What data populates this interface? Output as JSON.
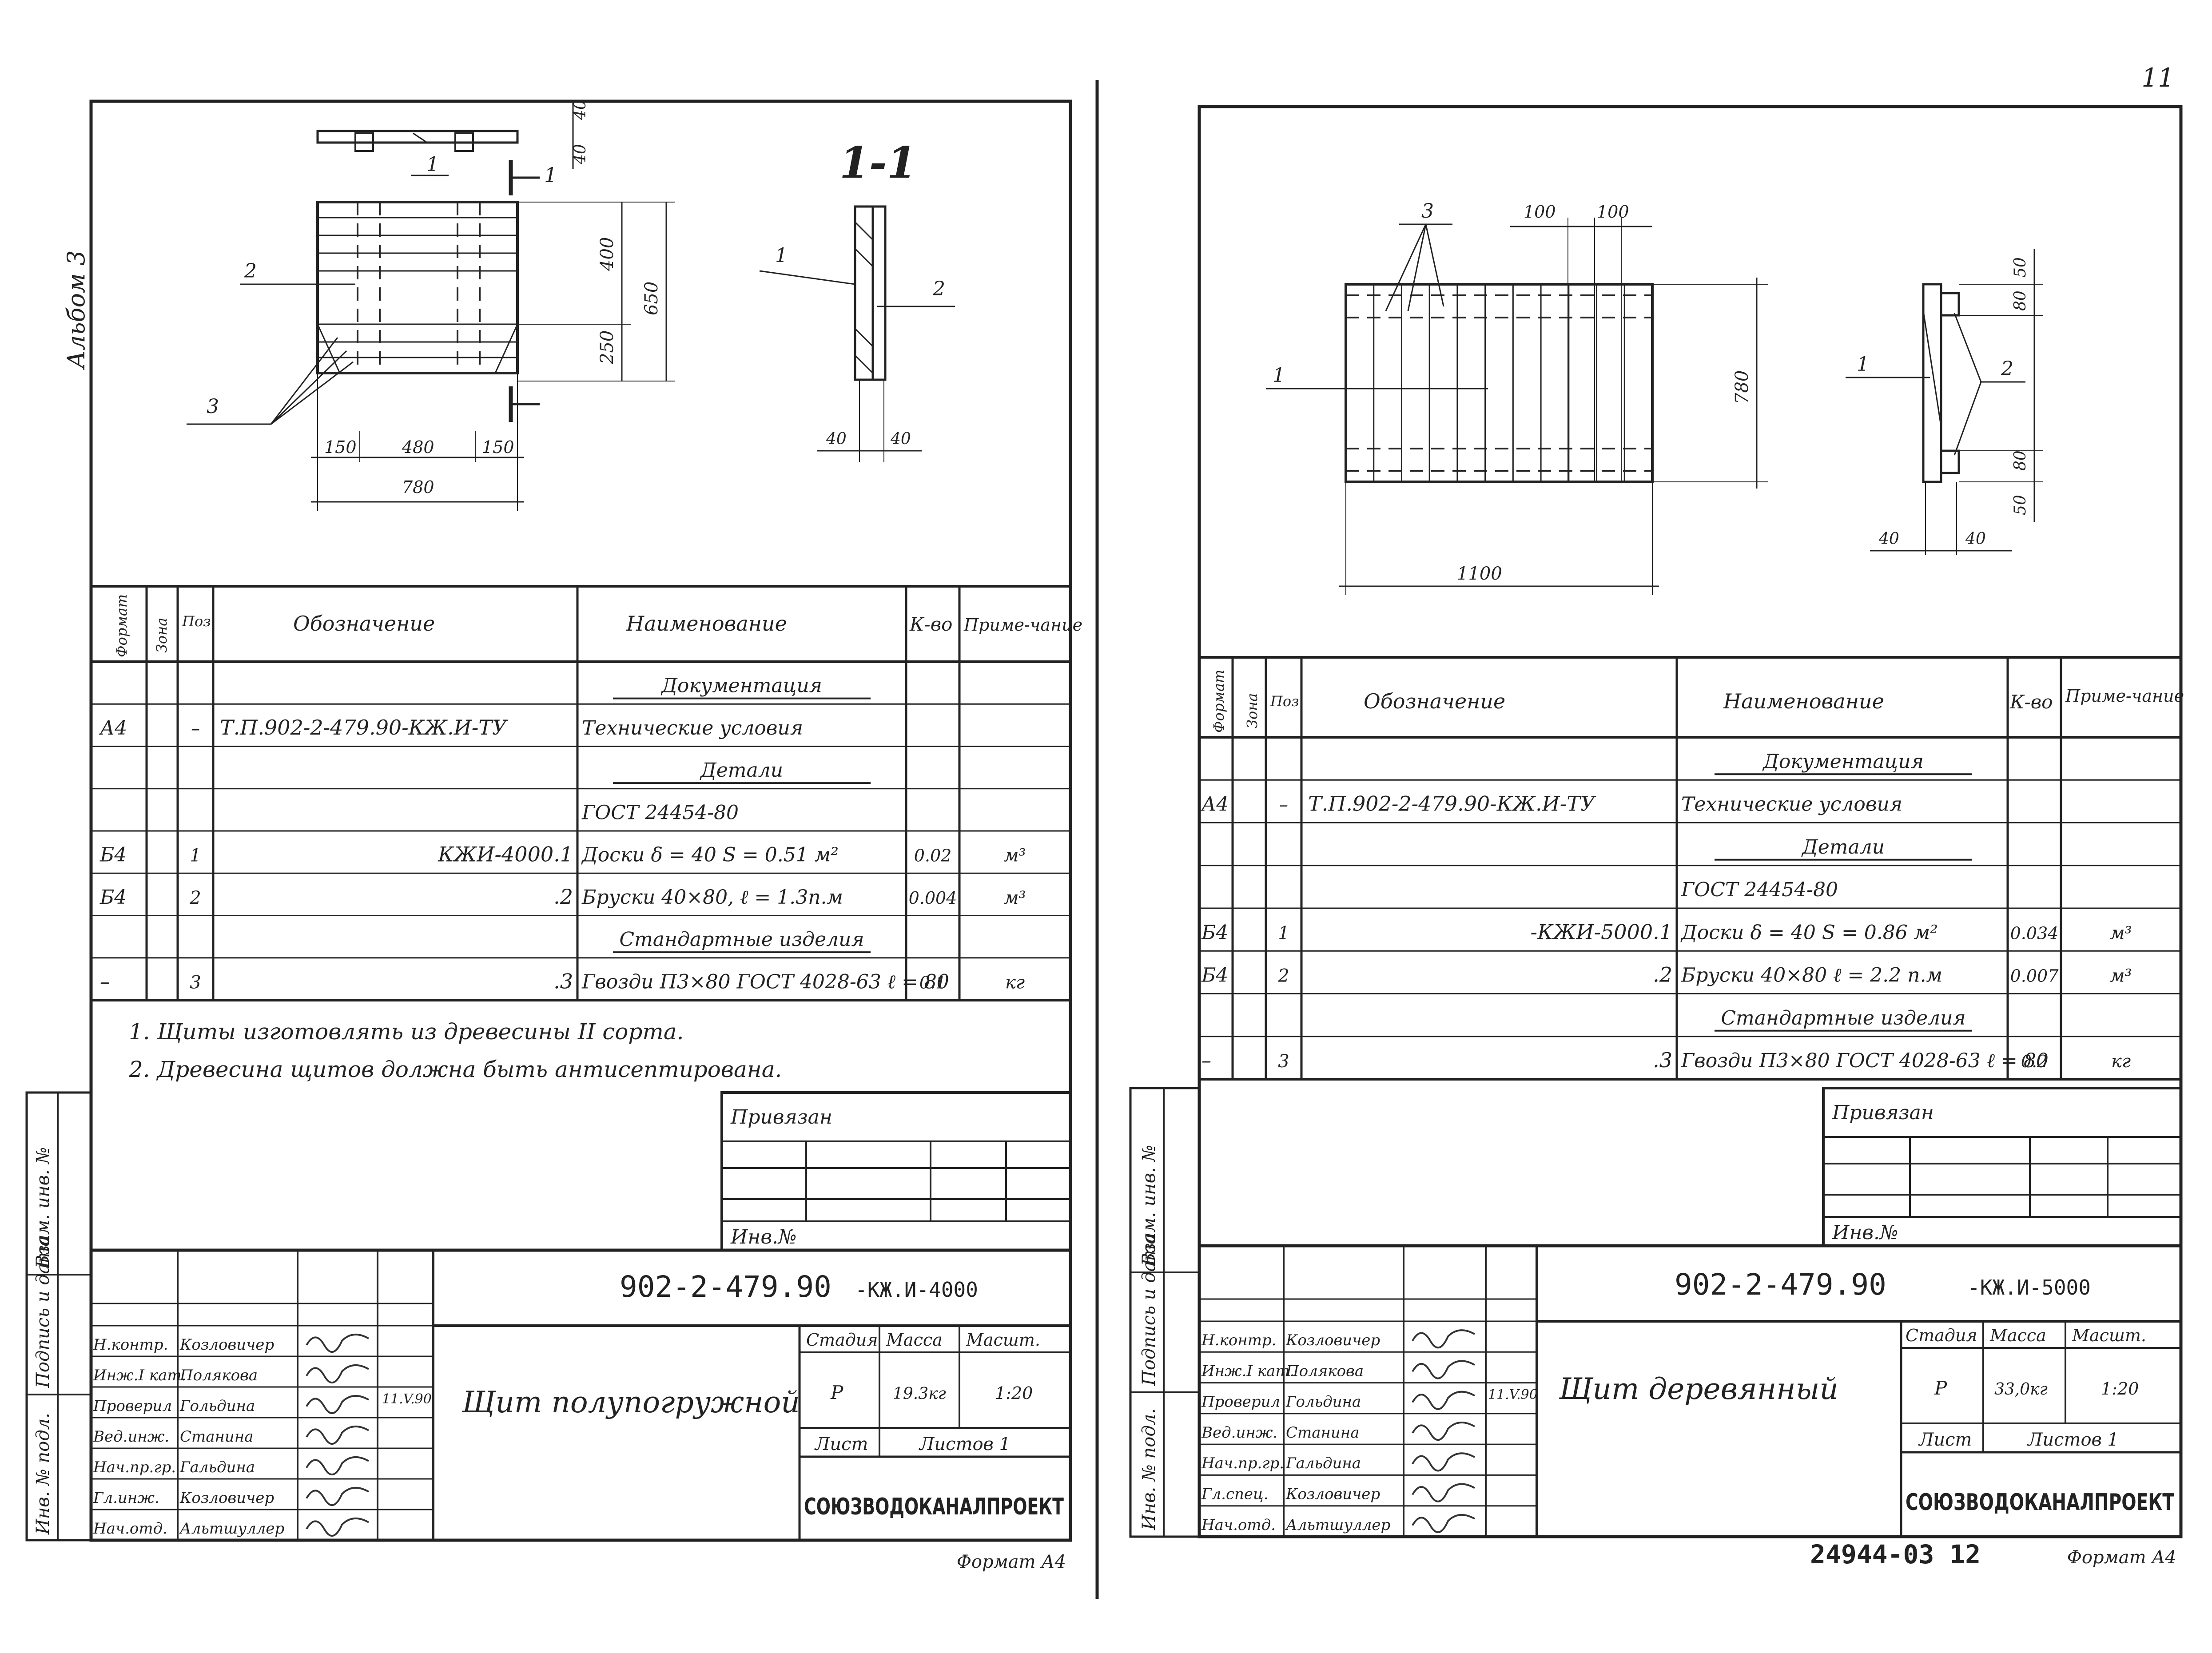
{
  "page_number": "11",
  "bottom_code": "24944-03  12",
  "album_label": "Альбом 3",
  "format_label": "Формат А4",
  "side_stamp": [
    "Инв. № подл.",
    "Подпись и дата",
    "Взам. инв. №"
  ],
  "spec_headers": [
    "Формат",
    "Зона",
    "Поз.",
    "Обозначение",
    "Наименование",
    "К-во",
    "Приме-чание"
  ],
  "left": {
    "section_label": "1-1",
    "dims": {
      "top_h": [
        "40",
        "40"
      ],
      "h_upper": "400",
      "h_lower": "250",
      "h_total": "650",
      "w_side1": "150",
      "w_mid": "480",
      "w_side2": "150",
      "w_total": "780",
      "sec_w1": "40",
      "sec_w2": "40"
    },
    "callouts": [
      "1",
      "2",
      "3"
    ],
    "section_cut": "1",
    "rows": [
      {
        "format": "",
        "zone": "",
        "pos": "",
        "designation": "",
        "name": "Документация",
        "qty": "",
        "note": "",
        "underline": true
      },
      {
        "format": "А4",
        "zone": "",
        "pos": "–",
        "designation": "Т.П.902-2-479.90-КЖ.И-ТУ",
        "name": "Технические условия",
        "qty": "",
        "note": ""
      },
      {
        "format": "",
        "zone": "",
        "pos": "",
        "designation": "",
        "name": "Детали",
        "qty": "",
        "note": "",
        "underline": true
      },
      {
        "format": "",
        "zone": "",
        "pos": "",
        "designation": "",
        "name": "ГОСТ 24454-80",
        "qty": "",
        "note": ""
      },
      {
        "format": "Б4",
        "zone": "",
        "pos": "1",
        "designation": "КЖИ-4000.1",
        "name": "Доски δ = 40    S = 0.51 м²",
        "qty": "0.02",
        "note": "м³"
      },
      {
        "format": "Б4",
        "zone": "",
        "pos": "2",
        "designation": ".2",
        "name": "Бруски 40×80,  ℓ = 1.3п.м",
        "qty": "0.004",
        "note": "м³"
      },
      {
        "format": "",
        "zone": "",
        "pos": "",
        "designation": "",
        "name": "Стандартные изделия",
        "qty": "",
        "note": "",
        "underline": true
      },
      {
        "format": "–",
        "zone": "",
        "pos": "3",
        "designation": ".3",
        "name": "Гвозди П3×80 ГОСТ 4028-63  ℓ = 80",
        "qty": "0.1",
        "note": "кг"
      }
    ],
    "notes": [
      "1. Щиты изготовлять из древесины II сорта.",
      "2. Древесина щитов должна быть антисептирована."
    ],
    "bound_label": "Привязан",
    "inv_label": "Инв.№",
    "doc_code": "902-2-479.90",
    "doc_suffix": "-КЖ.И-4000",
    "title": "Щит полупогружной",
    "date": "11.V.90",
    "stage_headers": [
      "Стадия",
      "Масса",
      "Масшт."
    ],
    "stage": "Р",
    "mass": "19.3кг",
    "scale": "1:20",
    "sheet_label": "Лист",
    "sheets_label": "Листов 1",
    "org": "СОЮЗВОДОКАНАЛПРОЕКТ",
    "signers": [
      {
        "role": "Н.контр.",
        "name": "Козловичер"
      },
      {
        "role": "Инж.I кат.",
        "name": "Полякова"
      },
      {
        "role": "Проверил",
        "name": "Гольдина"
      },
      {
        "role": "Вед.инж.",
        "name": "Станина"
      },
      {
        "role": "Нач.пр.гр.",
        "name": "Гальдина"
      },
      {
        "role": "Гл.инж.",
        "name": "Козловичер"
      },
      {
        "role": "Нач.отд.",
        "name": "Альтшуллер"
      }
    ]
  },
  "right": {
    "dims": {
      "callout_top": "3",
      "board_w1": "100",
      "board_w2": "100",
      "height": "780",
      "width": "1100",
      "sec_top": "50",
      "sec_top2": "80",
      "sec_bot2": "80",
      "sec_bot": "50",
      "sec_w1": "40",
      "sec_w2": "40"
    },
    "callouts": [
      "1",
      "1",
      "2"
    ],
    "rows": [
      {
        "format": "",
        "zone": "",
        "pos": "",
        "designation": "",
        "name": "Документация",
        "qty": "",
        "note": "",
        "underline": true
      },
      {
        "format": "А4",
        "zone": "",
        "pos": "–",
        "designation": "Т.П.902-2-479.90-КЖ.И-ТУ",
        "name": "Технические условия",
        "qty": "",
        "note": ""
      },
      {
        "format": "",
        "zone": "",
        "pos": "",
        "designation": "",
        "name": "Детали",
        "qty": "",
        "note": "",
        "underline": true
      },
      {
        "format": "",
        "zone": "",
        "pos": "",
        "designation": "",
        "name": "ГОСТ 24454-80",
        "qty": "",
        "note": ""
      },
      {
        "format": "Б4",
        "zone": "",
        "pos": "1",
        "designation": "-КЖИ-5000.1",
        "name": "Доски δ = 40    S = 0.86 м²",
        "qty": "0.034",
        "note": "м³"
      },
      {
        "format": "Б4",
        "zone": "",
        "pos": "2",
        "designation": ".2",
        "name": "Бруски 40×80  ℓ = 2.2 п.м",
        "qty": "0.007",
        "note": "м³"
      },
      {
        "format": "",
        "zone": "",
        "pos": "",
        "designation": "",
        "name": "Стандартные изделия",
        "qty": "",
        "note": "",
        "underline": true
      },
      {
        "format": "–",
        "zone": "",
        "pos": "3",
        "designation": ".3",
        "name": "Гвозди П3×80 ГОСТ 4028-63  ℓ = 80",
        "qty": "0.2",
        "note": "кг"
      }
    ],
    "bound_label": "Привязан",
    "inv_label": "Инв.№",
    "doc_code": "902-2-479.90",
    "doc_suffix": "-КЖ.И-5000",
    "title": "Щит деревянный",
    "date": "11.V.90",
    "stage_headers": [
      "Стадия",
      "Масса",
      "Масшт."
    ],
    "stage": "Р",
    "mass": "33,0кг",
    "scale": "1:20",
    "sheet_label": "Лист",
    "sheets_label": "Листов 1",
    "org": "СОЮЗВОДОКАНАЛПРОЕКТ",
    "signers": [
      {
        "role": "Н.контр.",
        "name": "Козловичер"
      },
      {
        "role": "Инж.I кат.",
        "name": "Полякова"
      },
      {
        "role": "Проверил",
        "name": "Гольдина"
      },
      {
        "role": "Вед.инж.",
        "name": "Станина"
      },
      {
        "role": "Нач.пр.гр.",
        "name": "Гальдина"
      },
      {
        "role": "Гл.спец.",
        "name": "Козловичер"
      },
      {
        "role": "Нач.отд.",
        "name": "Альтшуллер"
      }
    ]
  }
}
